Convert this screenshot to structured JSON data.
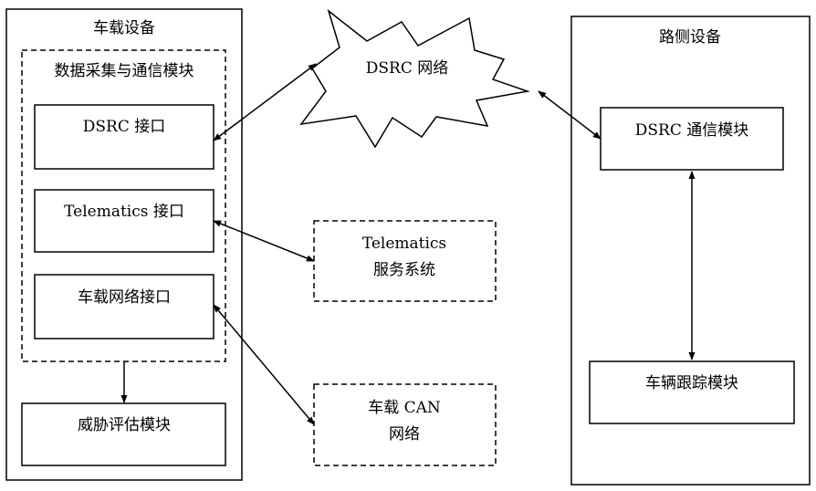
{
  "vehicle_device": {
    "title": "车载设备",
    "data_module": {
      "title": "数据采集与通信模块",
      "interfaces": {
        "dsrc": "DSRC 接口",
        "telematics": "Telematics 接口",
        "vehicle_network": "车载网络接口"
      }
    },
    "threat_module": "威胁评估模块"
  },
  "dsrc_network": "DSRC 网络",
  "telematics_service": {
    "line1": "Telematics",
    "line2": "服务系统"
  },
  "vehicle_can": {
    "line1": "车载 CAN",
    "line2": "网络"
  },
  "roadside_device": {
    "title": "路侧设备",
    "dsrc_comm_module": "DSRC 通信模块",
    "vehicle_tracking_module": "车辆跟踪模块"
  }
}
